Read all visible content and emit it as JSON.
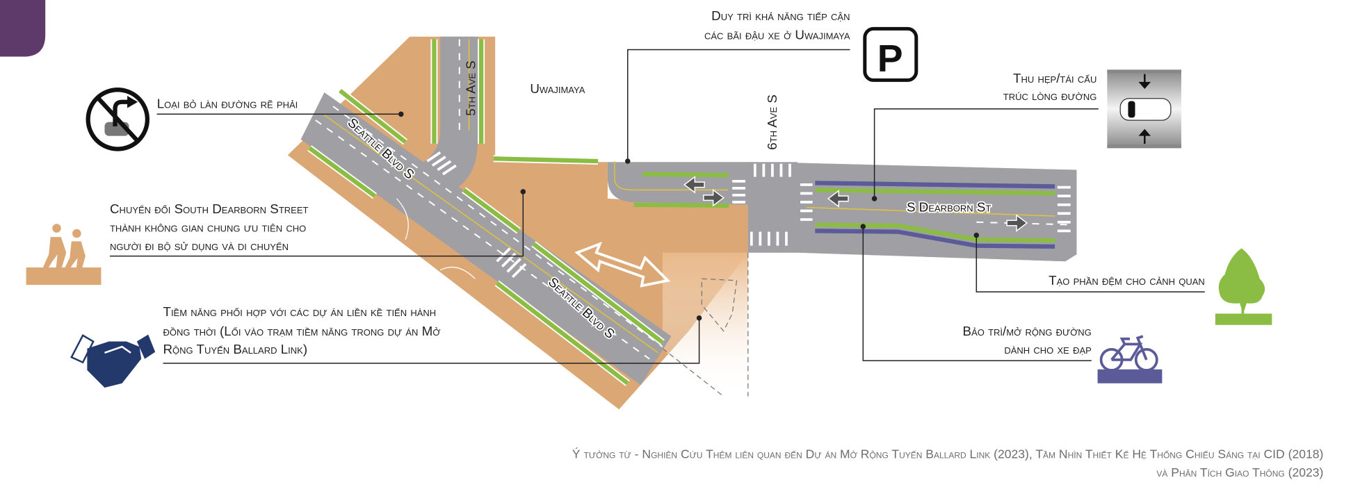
{
  "colors": {
    "tan": "#dba774",
    "road": "#a0a0a4",
    "green": "#8bbd45",
    "purple": "#5b5b9a",
    "corner": "#5e3a6a",
    "navy": "#23386b"
  },
  "streets": {
    "fifth_ave": "5th Ave S",
    "sixth_ave": "6th Ave S",
    "seattle_blvd_1": "Seattle Blvd S",
    "seattle_blvd_2": "Seattle Blvd S",
    "dearborn": "S Dearborn St",
    "uwajimaya": "Uwajimaya"
  },
  "callouts": {
    "right_turn": {
      "line1": "Loại bỏ làn đường rẽ phải",
      "icon": "no-right-turn-icon"
    },
    "parking": {
      "line1": "Duy trì khả năng tiếp cận",
      "line2": "các bãi đậu xe ở Uwajimaya",
      "icon": "parking-icon",
      "glyph": "P"
    },
    "narrowing": {
      "line1": "Thu hẹp/tái cấu",
      "line2": "trúc lòng đường",
      "icon": "road-narrowing-icon"
    },
    "dearborn_convert": {
      "line1": "Chuyển đổi South Dearborn Street",
      "line2": "thành không gian chung ưu tiên cho",
      "line3": "người đi bộ sử dụng và di chuyển",
      "icon": "pedestrians-icon"
    },
    "coordination": {
      "line1": "Tiềm năng phối hợp với các dự án liền kề tiến hành",
      "line2": "đồng thời (Lối vào trạm tiềm năng trong dự án Mở",
      "line3": "Rộng Tuyến Ballard Link)",
      "icon": "handshake-icon"
    },
    "landscape": {
      "line1": "Tạo phần đệm cho cảnh quan",
      "icon": "tree-icon"
    },
    "bike": {
      "line1": "Bảo trì/mở rộng đường",
      "line2": "dành cho xe đạp",
      "icon": "bicycle-icon"
    }
  },
  "footer": {
    "line1": "Ý tưởng từ - Nghiên Cứu Thêm liên quan đến Dự án Mở Rộng Tuyến Ballard Link (2023), Tầm Nhìn Thiết Kế Hệ Thống Chiếu Sáng tại CID (2018)",
    "line2": "và Phân Tích Giao Thông (2023)"
  }
}
